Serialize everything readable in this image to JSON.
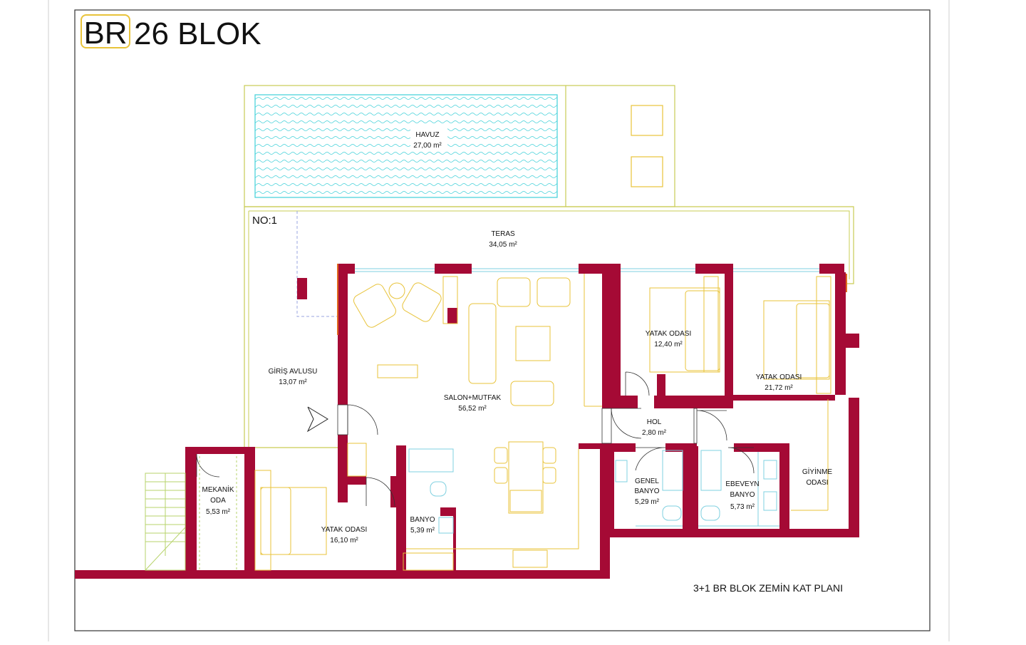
{
  "header": {
    "prefix": "BR",
    "title": "26 BLOK"
  },
  "unit_no": "NO:1",
  "plan_title": "3+1 BR BLOK ZEMİN KAT  PLANI",
  "colors": {
    "wall": "#a50a35",
    "furniture": "#e8c33a",
    "pool": "#3fd0d8",
    "terrace_line": "#c9cc55",
    "fixture": "#7fd0e0",
    "stair": "#b7d36b",
    "dash": "#9aa6e0"
  },
  "rooms": {
    "havuz": {
      "name": "HAVUZ",
      "area": "27,00 m²"
    },
    "teras": {
      "name": "TERAS",
      "area": "34,05 m²"
    },
    "giris": {
      "name": "GİRİŞ AVLUSU",
      "area": "13,07 m²"
    },
    "salon": {
      "name": "SALON+MUTFAK",
      "area": "56,52 m²"
    },
    "yatak1": {
      "name": "YATAK ODASI",
      "area": "12,40 m²"
    },
    "yatak2": {
      "name": "YATAK ODASI",
      "area": "21,72 m²"
    },
    "hol": {
      "name": "HOL",
      "area": "2,80 m²"
    },
    "genel": {
      "name1": "GENEL",
      "name2": "BANYO",
      "area": "5,29 m²"
    },
    "ebeveyn": {
      "name1": "EBEVEYN",
      "name2": "BANYO",
      "area": "5,73 m²"
    },
    "giyinme": {
      "name1": "GİYİNME",
      "name2": "ODASI"
    },
    "mekanik": {
      "name1": "MEKANİK",
      "name2": "ODA",
      "area": "5,53 m²"
    },
    "yatak3": {
      "name": "YATAK ODASI",
      "area": "16,10 m²"
    },
    "banyo": {
      "name": "BANYO",
      "area": "5,39 m²"
    }
  }
}
